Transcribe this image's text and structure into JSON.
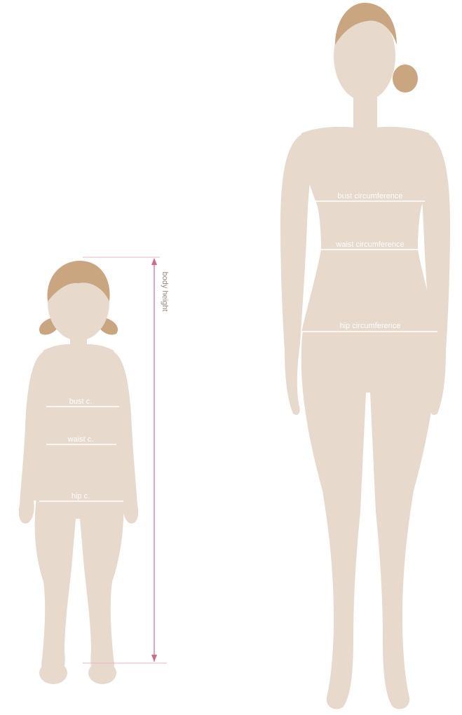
{
  "colors": {
    "skin": "#e7d9cb",
    "hair": "#c9a680",
    "measure_line": "#ffffff",
    "height_arrow": "#d8668a",
    "height_text": "#9a8a7e"
  },
  "child": {
    "height_label": "body height",
    "bust_label": "bust c.",
    "waist_label": "waist c.",
    "hip_label": "hip c."
  },
  "woman": {
    "bust_label": "bust circumference",
    "waist_label": "waist circumference",
    "hip_label": "hip circumference"
  }
}
